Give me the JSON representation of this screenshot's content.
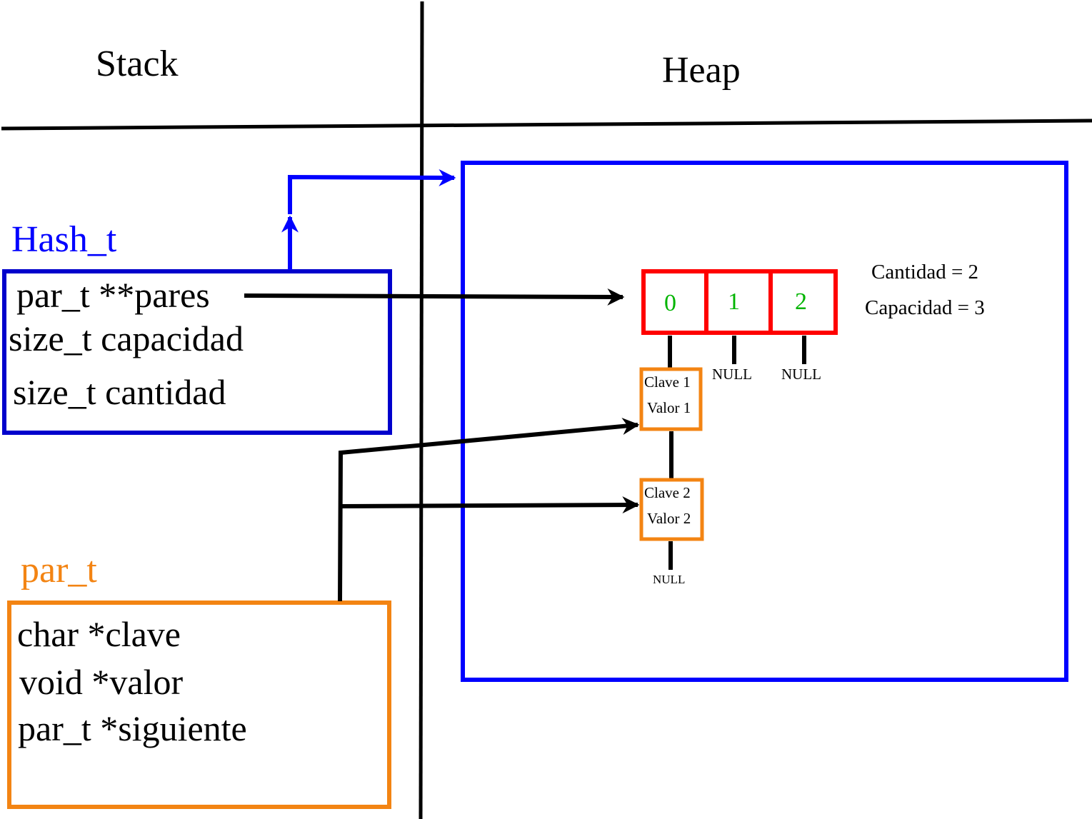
{
  "regions": {
    "stack": "Stack",
    "heap": "Heap"
  },
  "hash_struct": {
    "title": "Hash_t",
    "fields": [
      "par_t **pares",
      "size_t capacidad",
      "size_t cantidad"
    ]
  },
  "pair_struct": {
    "title": "par_t",
    "fields": [
      "char *clave",
      "void *valor",
      "par_t *siguiente"
    ]
  },
  "table_cells": [
    "0",
    "1",
    "2"
  ],
  "table_info": {
    "cantidad": "Cantidad = 2",
    "capacidad": "Capacidad = 3"
  },
  "null_labels": {
    "cell_1": "NULL",
    "cell_2": "NULL",
    "chain_end": "NULL"
  },
  "nodes": [
    {
      "clave": "Clave 1",
      "valor": "Valor 1"
    },
    {
      "clave": "Clave 2",
      "valor": "Valor 2"
    }
  ],
  "colors": {
    "hash": "#0000ff",
    "pair": "#f38413",
    "table": "#ff0000",
    "index": "#00b400",
    "line": "#000000"
  }
}
